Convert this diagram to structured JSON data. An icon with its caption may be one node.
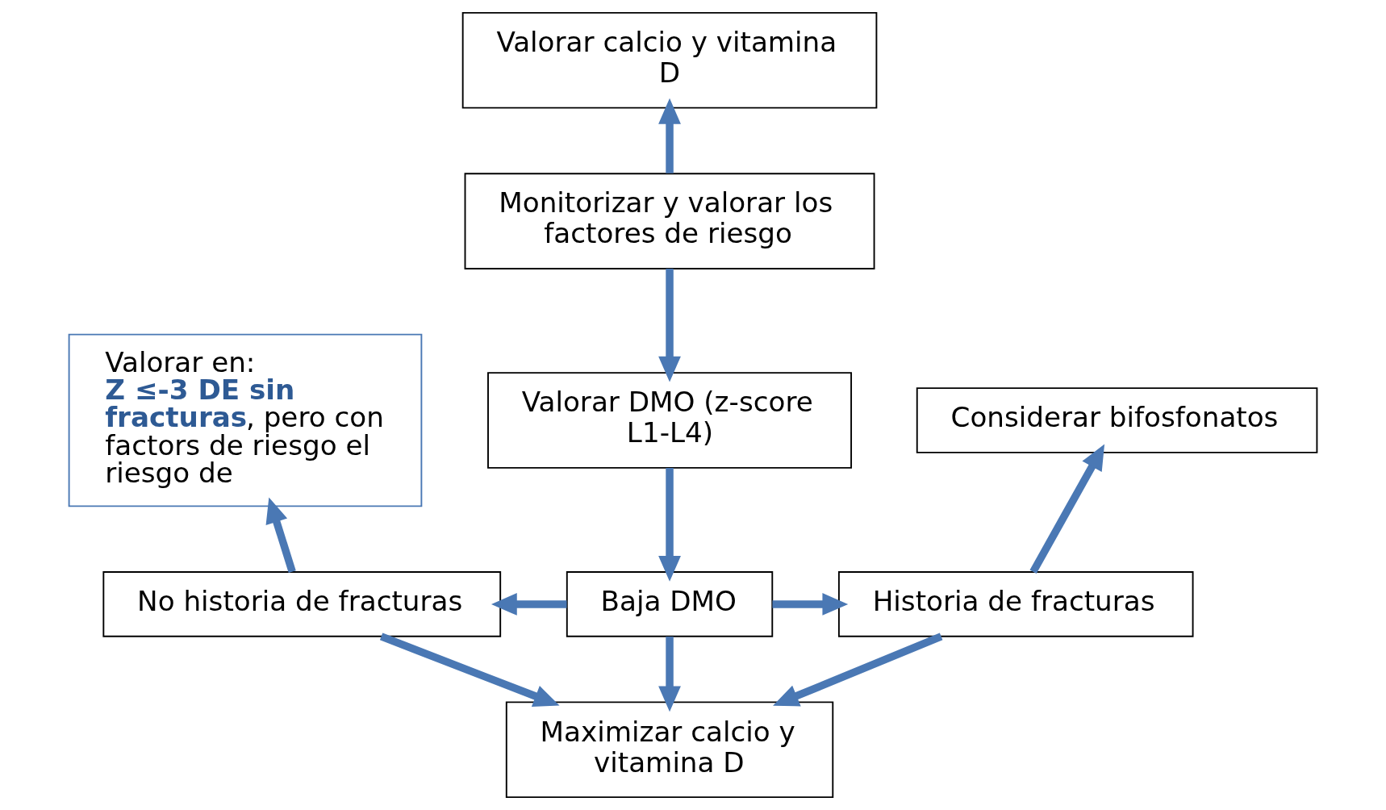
{
  "diagram": {
    "nodes": [
      {
        "text": [
          "Valorar calcio y vitamina D"
        ]
      },
      {
        "text": [
          "Monitorizar y valorar los factores de riesgo"
        ]
      },
      {
        "text": [
          "Valorar en:",
          "**Z ≤-3 DE sin fracturas**, pero con factors de riesgo el riesgo de"
        ]
      },
      {
        "text": [
          "Valorar DMO (z-score L1-L4)"
        ]
      },
      {
        "text": [
          "Considerar bifosfonatos"
        ]
      },
      {
        "text": [
          "No historia de fracturas"
        ]
      },
      {
        "text": [
          "Baja DMO"
        ]
      },
      {
        "text": [
          "Historia de fracturas"
        ]
      },
      {
        "text": [
          "Maximizar calcio y vitamina D"
        ]
      }
    ],
    "edges": [
      {
        "from": 1,
        "to": 0,
        "arrow": "to"
      },
      {
        "from": 1,
        "to": 3,
        "arrow": "to"
      },
      {
        "from": 3,
        "to": 6,
        "arrow": "to"
      },
      {
        "from": 6,
        "to": 5,
        "arrow": "to"
      },
      {
        "from": 6,
        "to": 7,
        "arrow": "to"
      },
      {
        "from": 6,
        "to": 8,
        "arrow": "to"
      },
      {
        "from": 5,
        "to": 2,
        "arrow": "to"
      },
      {
        "from": 7,
        "to": 4,
        "arrow": "to"
      },
      {
        "from": 5,
        "to": 8,
        "arrow": "to"
      },
      {
        "from": 7,
        "to": 8,
        "arrow": "to"
      }
    ]
  }
}
